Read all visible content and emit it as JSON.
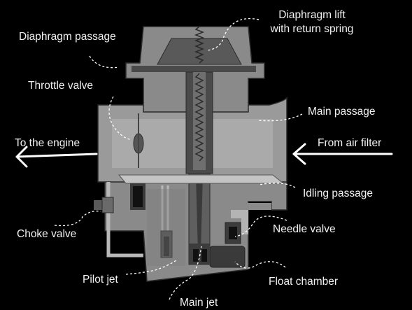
{
  "labels": {
    "diaphragm_passage": "Diaphragm passage",
    "diaphragm_lift_line1": "Diaphragm lift",
    "diaphragm_lift_line2": "with return spring",
    "throttle_valve": "Throttle valve",
    "main_passage": "Main passage",
    "to_the_engine": "To the engine",
    "from_air_filter": "From air filter",
    "idling_passage": "Idling passage",
    "choke_valve": "Choke valve",
    "needle_valve": "Needle valve",
    "pilot_jet": "Pilot jet",
    "float_chamber": "Float chamber",
    "main_jet": "Main jet"
  },
  "colors": {
    "background": "#000000",
    "body_fill": "#8a8a8a",
    "body_light": "#a6a6a6",
    "body_dark": "#3c3c3c",
    "label_text": "#f2f2f2",
    "arrows": "#ffffff"
  }
}
